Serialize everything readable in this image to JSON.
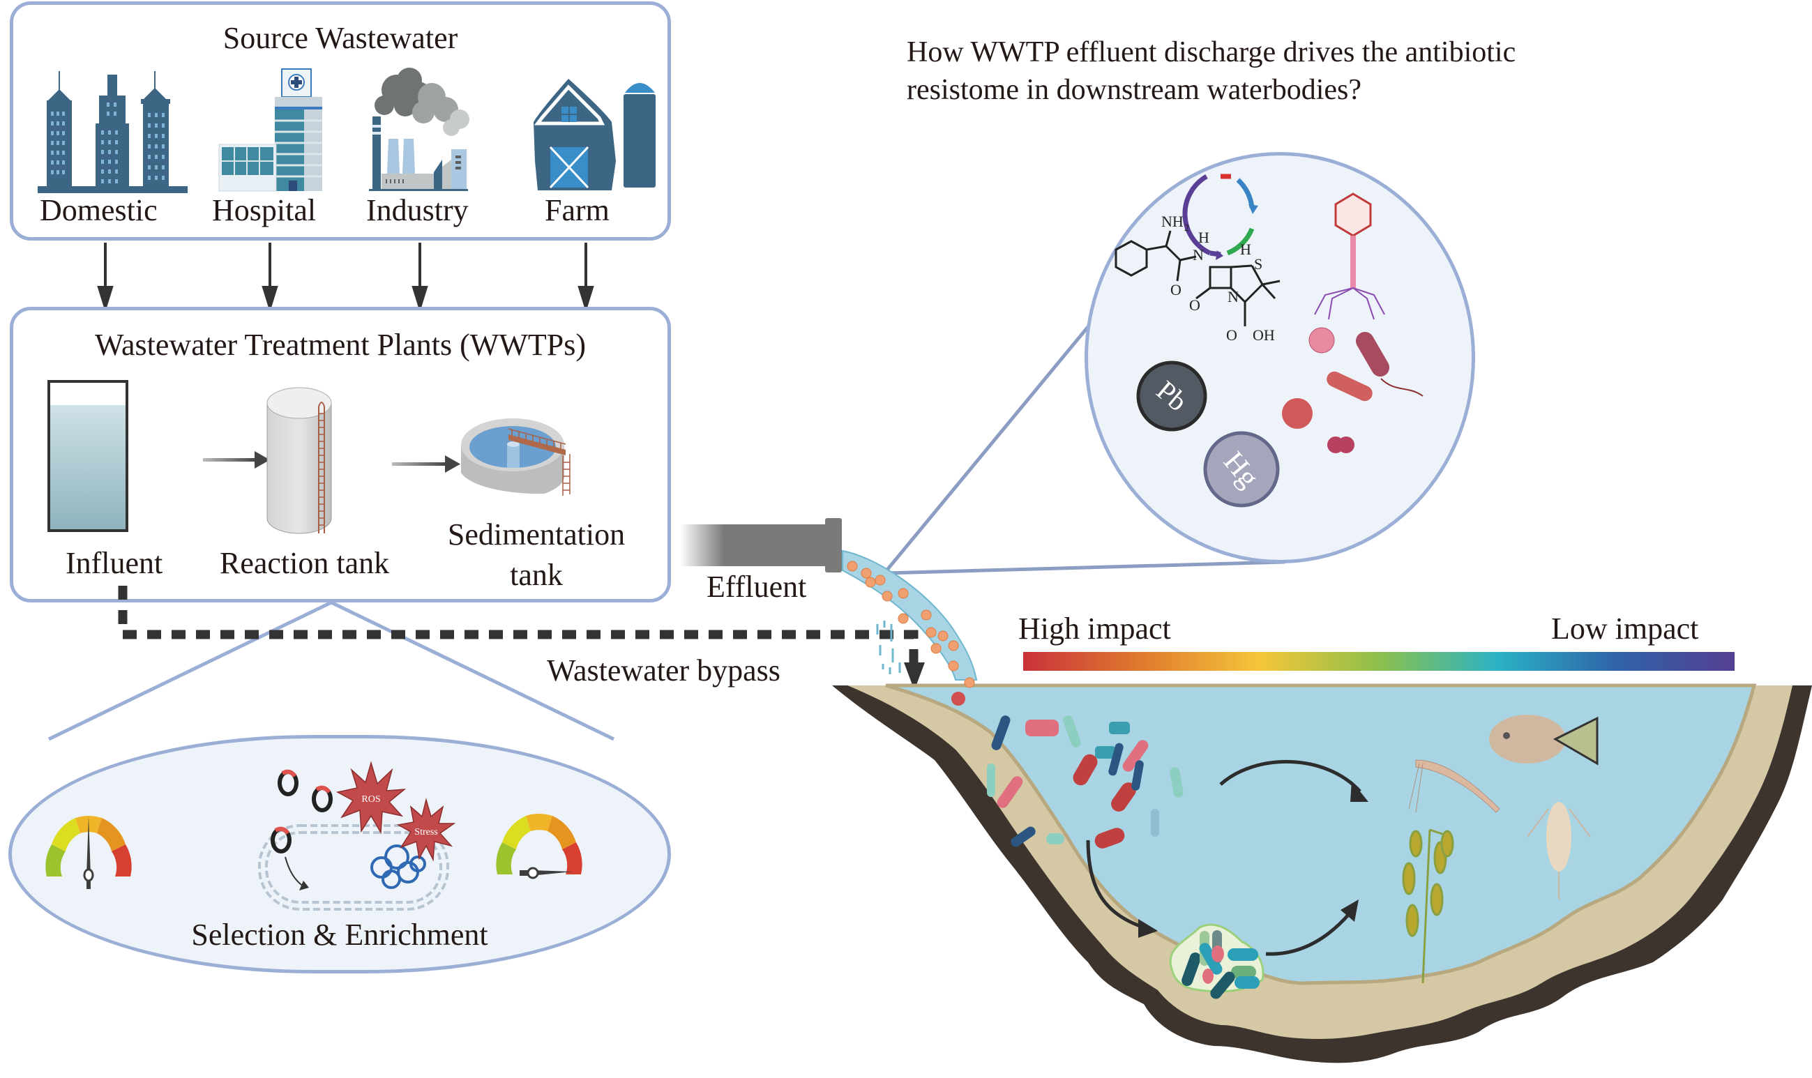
{
  "question": {
    "line1": "How WWTP effluent discharge drives the antibiotic",
    "line2": "resistome in downstream waterbodies?"
  },
  "source_box": {
    "title": "Source Wastewater",
    "sources": [
      {
        "label": "Domestic",
        "icon": "apartment-buildings-icon"
      },
      {
        "label": "Hospital",
        "icon": "hospital-icon"
      },
      {
        "label": "Industry",
        "icon": "factory-icon"
      },
      {
        "label": "Farm",
        "icon": "barn-silo-icon"
      }
    ]
  },
  "wwtp_box": {
    "title": "Wastewater Treatment Plants (WWTPs)",
    "stages": [
      {
        "label": "Influent",
        "icon": "influent-tank-icon"
      },
      {
        "label": "Reaction tank",
        "icon": "reaction-tank-icon"
      },
      {
        "label": "Sedimentation",
        "label2": "tank",
        "icon": "sedimentation-tank-icon"
      }
    ]
  },
  "selection_panel": {
    "label": "Selection & Enrichment",
    "badges": [
      "ROS",
      "Stress"
    ],
    "gauges": [
      {
        "name": "before",
        "level": 0.5
      },
      {
        "name": "after",
        "level": 0.97
      }
    ]
  },
  "flow": {
    "effluent_label": "Effluent",
    "bypass_label": "Wastewater bypass"
  },
  "magnifier": {
    "contents": [
      "plasmid",
      "bacteriophage",
      "ampicillin-structure",
      "virus",
      "bacteria",
      "heavy-metals"
    ],
    "chem_labels": {
      "nh2": "NH",
      "nh2_sub": "2",
      "h": "H",
      "n": "N",
      "s": "S",
      "o": "O",
      "oh": "OH"
    },
    "metals": [
      "Pb",
      "Hg"
    ]
  },
  "impact_scale": {
    "high_label": "High impact",
    "low_label": "Low impact",
    "colors": [
      "#c8323a",
      "#e07a2e",
      "#f5c63a",
      "#8cc04b",
      "#2bb3c6",
      "#2f63a8",
      "#553f93"
    ]
  },
  "colors": {
    "box_border": "#9aaed6",
    "panel_fill": "#edf3f9",
    "water": "#a8d4e4",
    "sediment": "#d4c8a5",
    "soil": "#3d342d",
    "arrow": "#333333"
  }
}
